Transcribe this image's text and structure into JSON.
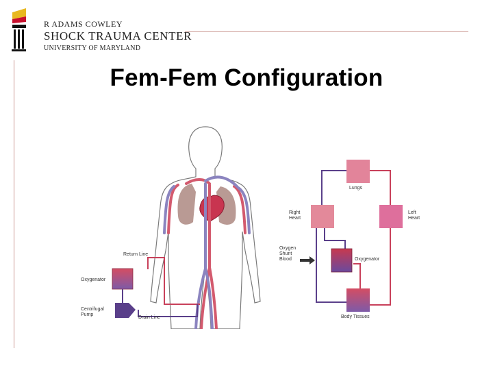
{
  "logo": {
    "line1": "R Adams Cowley",
    "line2": "Shock Trauma Center",
    "line3": "University of Maryland"
  },
  "slide": {
    "title": "Fem-Fem Configuration"
  },
  "body_diagram": {
    "return_line": "Return Line",
    "oxygenator": "Oxygenator",
    "centrifugal_pump": "Centrifugal\nPump",
    "drain_line": "Drain Line"
  },
  "circuit_diagram": {
    "lungs": "Lungs",
    "right_heart": "Right\nHeart",
    "left_heart": "Left\nHeart",
    "oxygen_shunt_blood": "Oxygen\nShunt\nBlood",
    "oxygenator": "Oxygenator",
    "body_tissues": "Body Tissues"
  },
  "colors": {
    "accent_rule": "#c9968f",
    "arterial": "#c8405a",
    "venous": "#5a3f8a",
    "lungs_box": "#e2849a",
    "right_heart_box": "#e3899a",
    "left_heart_box": "#de6f9c"
  }
}
